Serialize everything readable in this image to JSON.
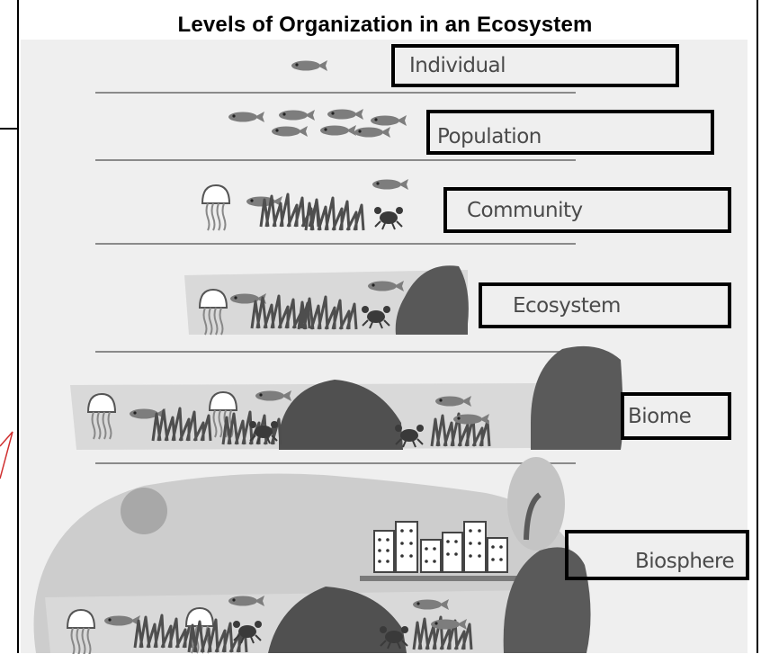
{
  "title": "Levels of Organization in an Ecosystem",
  "levels": [
    {
      "label": "Individual"
    },
    {
      "label": "Population"
    },
    {
      "label": "Community"
    },
    {
      "label": "Ecosystem"
    },
    {
      "label": "Biome"
    },
    {
      "label": "Biosphere"
    }
  ],
  "colors": {
    "panel_bg": "#efefef",
    "divider": "#8a8a8a",
    "fish": "#7a7a7a",
    "rock": "#555555",
    "grass": "#5a5a5a",
    "land": "#cfcfcf",
    "label_text": "#4a4a4a",
    "accent_red": "#d03030"
  }
}
